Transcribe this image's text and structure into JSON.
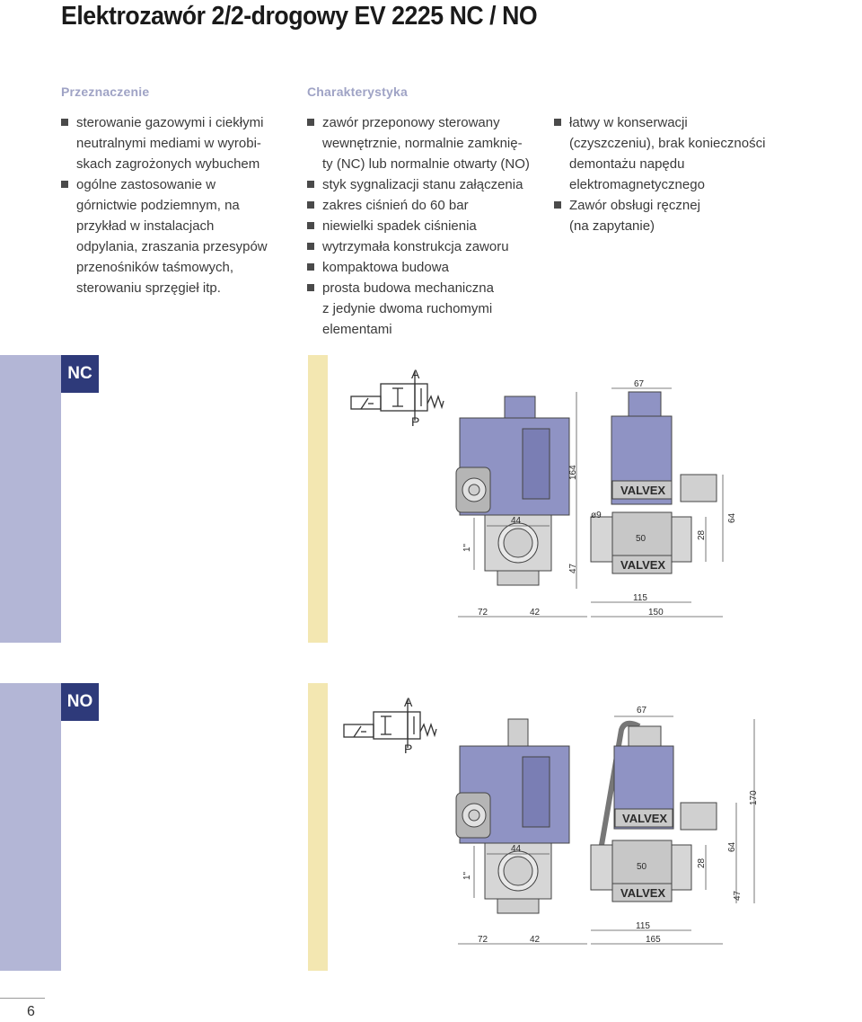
{
  "title": "Elektrozawór 2/2-drogowy EV 2225 NC / NO",
  "sections": {
    "przeznaczenie": {
      "heading": "Przeznaczenie",
      "lines": [
        "sterowanie gazowymi i ciekłymi",
        "neutralnymi mediami w wyrobi-",
        "skach zagrożonych wybuchem",
        "ogólne zastosowanie w",
        "górnictwie podziemnym, na",
        "przykład w instalacjach",
        "odpylania, zraszania przesypów",
        "przenośników taśmowych,",
        "sterowaniu sprzęgieł itp."
      ]
    },
    "charakterystyka": {
      "heading": "Charakterystyka",
      "lines": [
        "zawór przeponowy sterowany",
        "wewnętrznie, normalnie zamknię-",
        "ty (NC) lub normalnie otwarty (NO)",
        "styk sygnalizacji stanu załączenia",
        "zakres ciśnień do 60 bar",
        "niewielki spadek ciśnienia",
        "wytrzymała konstrukcja zaworu",
        "kompaktowa budowa",
        "prosta budowa mechaniczna",
        "z jedynie dwoma ruchomymi",
        "elementami"
      ],
      "extra_lines": [
        "łatwy w konserwacji",
        "(czyszczeniu), brak konieczności",
        "demontażu napędu",
        "elektromagnetycznego",
        "Zawór obsługi ręcznej",
        "(na zapytanie)"
      ]
    }
  },
  "variants": [
    {
      "badge": "NC",
      "port_a": "A",
      "port_p": "P",
      "brand": "VALVEX",
      "dims": {
        "d67": "67",
        "d164": "164",
        "d44": "44",
        "d1in": "1\"",
        "d47": "47",
        "d9": "ø9",
        "d50": "50",
        "d28": "28",
        "d64": "64",
        "d72": "72",
        "d42": "42",
        "d115": "115",
        "d150": "150"
      }
    },
    {
      "badge": "NO",
      "port_a": "A",
      "port_p": "P",
      "brand": "VALVEX",
      "dims": {
        "d67": "67",
        "d170": "170",
        "d44": "44",
        "d1in": "1\"",
        "d47": "47",
        "d50": "50",
        "d28": "28",
        "d64": "64",
        "d72": "72",
        "d42": "42",
        "d115": "115",
        "d165": "165"
      }
    }
  ],
  "page_number": "6",
  "colors": {
    "band_left": "#b3b6d6",
    "band_mid": "#f3e7b1",
    "badge_bg": "#2e3a7a",
    "section_heading": "#9fa3c5",
    "coil": "#8f93c4",
    "body_metal": "#d6d6d6"
  }
}
